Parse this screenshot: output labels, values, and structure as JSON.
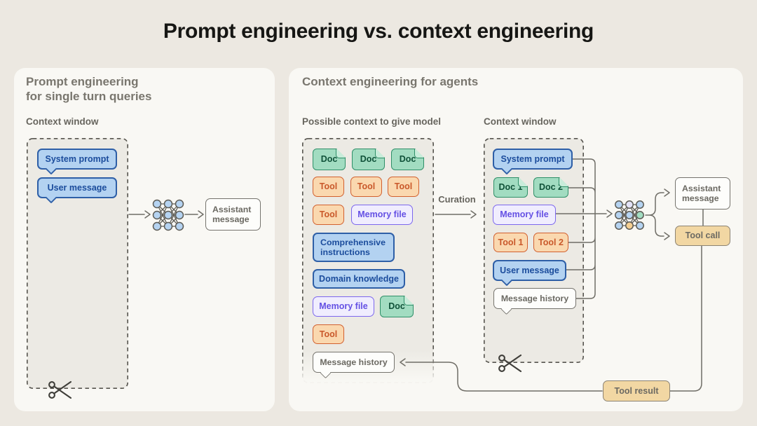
{
  "title": "Prompt engineering vs. context engineering",
  "left": {
    "heading": "Prompt engineering\nfor single turn queries",
    "window_label": "Context window",
    "items": [
      {
        "label": "System prompt",
        "type": "bubble-blue"
      },
      {
        "label": "User message",
        "type": "bubble-blue"
      }
    ],
    "assistant_label": "Assistant message",
    "model_icon": "neural-network",
    "trim_icon": "scissors"
  },
  "right": {
    "heading": "Context engineering for agents",
    "pool_label": "Possible context to give model",
    "window_label": "Context window",
    "curation_label": "Curation",
    "pool_items": [
      {
        "label": "Doc",
        "type": "doc"
      },
      {
        "label": "Doc",
        "type": "doc"
      },
      {
        "label": "Doc",
        "type": "doc"
      },
      {
        "label": "Tool",
        "type": "tool"
      },
      {
        "label": "Tool",
        "type": "tool"
      },
      {
        "label": "Tool",
        "type": "tool"
      },
      {
        "label": "Tool",
        "type": "tool"
      },
      {
        "label": "Memory file",
        "type": "memory"
      },
      {
        "label": "Comprehensive instructions",
        "type": "instructions"
      },
      {
        "label": "Domain knowledge",
        "type": "knowledge"
      },
      {
        "label": "Memory file",
        "type": "memory"
      },
      {
        "label": "Doc",
        "type": "doc"
      },
      {
        "label": "Tool",
        "type": "tool"
      },
      {
        "label": "Message history",
        "type": "history"
      }
    ],
    "window_items": [
      {
        "label": "System prompt",
        "type": "bubble-blue"
      },
      {
        "label": "Doc 1",
        "type": "doc"
      },
      {
        "label": "Doc 2",
        "type": "doc"
      },
      {
        "label": "Memory file",
        "type": "memory"
      },
      {
        "label": "Tool 1",
        "type": "tool"
      },
      {
        "label": "Tool 2",
        "type": "tool"
      },
      {
        "label": "User message",
        "type": "bubble-blue"
      },
      {
        "label": "Message history",
        "type": "bubble-white"
      }
    ],
    "assistant_label": "Assistant message",
    "tool_call_label": "Tool call",
    "tool_result_label": "Tool result",
    "model_icon": "neural-network",
    "trim_icon": "scissors"
  },
  "colors": {
    "page_bg": "#ECE8E1",
    "panel_bg": "#F9F8F4",
    "dashed_box_bg": "#ECEAE4",
    "blue_fill": "#B3D2F1",
    "blue_border": "#2E5FA7",
    "blue_text": "#1B4C9C",
    "green_fill": "#A2DCC1",
    "green_border": "#2F8F68",
    "orange_fill": "#FAD8AF",
    "orange_border": "#D2602F",
    "purple_fill": "#F0EDFE",
    "purple_border": "#7C67EE",
    "tan_fill": "#F2D7A3",
    "line": "#6F6D66"
  }
}
